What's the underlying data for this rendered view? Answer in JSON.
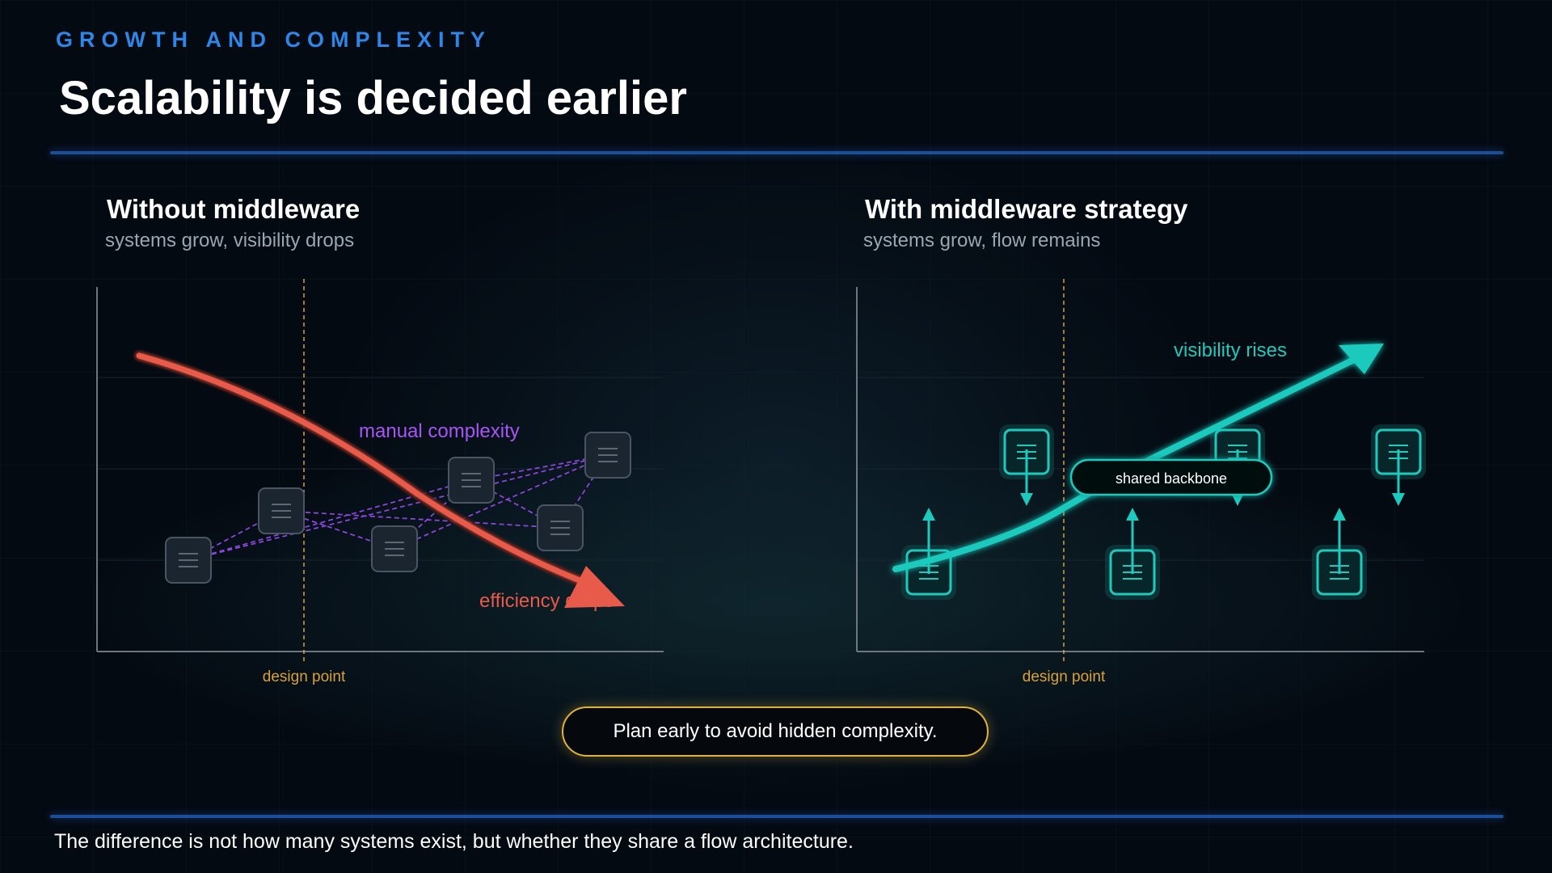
{
  "header": {
    "eyebrow": "GROWTH AND COMPLEXITY",
    "title": "Scalability is decided earlier"
  },
  "left_panel": {
    "title": "Without middleware",
    "subtitle": "systems grow, visibility drops",
    "complexity_label": "manual complexity",
    "efficiency_label": "efficiency drops",
    "design_point_label": "design point"
  },
  "right_panel": {
    "title": "With middleware strategy",
    "subtitle": "systems grow, flow remains",
    "visibility_label": "visibility rises",
    "backbone_label": "shared backbone",
    "design_point_label": "design point"
  },
  "callout": "Plan early to avoid hidden complexity.",
  "footer": "The difference is not how many systems exist, but whether they share a flow architecture.",
  "colors": {
    "accent_blue": "#2f86e6",
    "efficiency_red": "#e85a4a",
    "complexity_purple": "#a855f7",
    "flow_teal": "#1ec9bd",
    "design_point_gold": "#d9a13a"
  },
  "icons": {
    "system_box": "system-box-icon"
  }
}
